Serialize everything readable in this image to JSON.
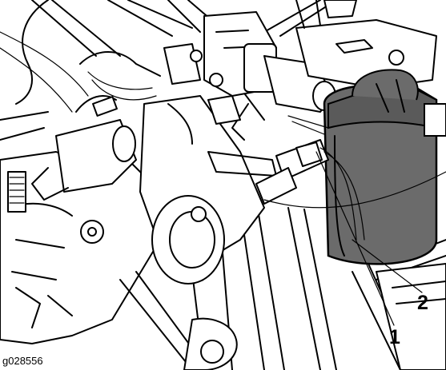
{
  "figure": {
    "id_label": "g028556"
  },
  "callouts": [
    {
      "number": "1"
    },
    {
      "number": "2"
    }
  ],
  "colors": {
    "line": "#000000",
    "background": "#ffffff",
    "filter_canister": "#6b6b6b"
  }
}
